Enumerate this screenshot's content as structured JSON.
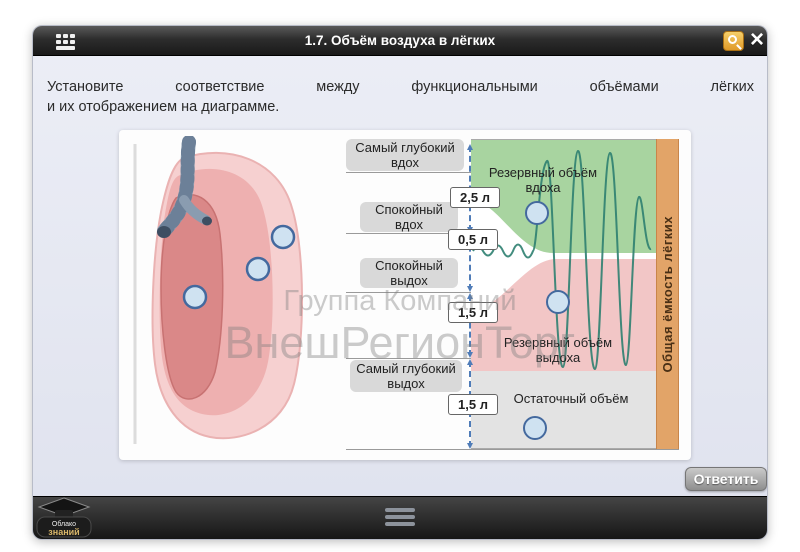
{
  "header": {
    "title": "1.7. Объём воздуха в лёгких"
  },
  "instruction": {
    "line1": "Установите соответствие между функциональными объёмами лёгких",
    "line2": "и их отображением на диаграмме."
  },
  "diagram": {
    "breath_labels": [
      "Самый глубокий вдох",
      "Спокойный вдох",
      "Спокойный выдох",
      "Самый глубокий выдох"
    ],
    "volume_values": [
      "2,5 л",
      "0,5 л",
      "1,5 л",
      "1,5 л"
    ],
    "region_labels": {
      "inspiratory_reserve": "Резервный объём вдоха",
      "expiratory_reserve": "Резервный объём выдоха",
      "residual": "Остаточный объём"
    },
    "axis_label": "Общая ёмкость лёгких"
  },
  "watermark": {
    "line1": "Группа Компаний",
    "line2": "ВнешРегионТорг"
  },
  "buttons": {
    "answer": "Ответить",
    "close": "×"
  },
  "logo": {
    "line1": "Облако",
    "line2": "знаний"
  },
  "colors": {
    "green_region": "#a8d4a0",
    "pink_region": "#f2c6c6",
    "gray_region": "#e3e3e3",
    "orange_strip": "#e2a468",
    "drop_circle_fill": "#cfe2f1",
    "drop_circle_border": "#44699e"
  }
}
